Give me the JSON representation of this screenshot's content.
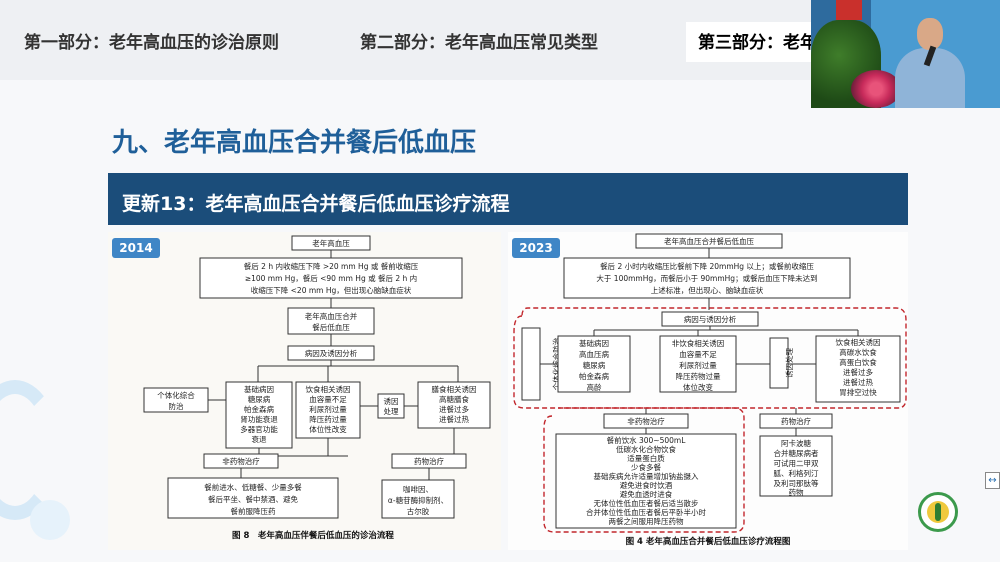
{
  "nav": {
    "part1": "第一部分：老年高血压的诊治原则",
    "part2": "第二部分：老年高血压常见类型",
    "part3": "第三部分：老年"
  },
  "slide": {
    "title": "九、老年高血压合并餐后低血压",
    "banner": "更新13：老年高血压合并餐后低血压诊疗流程"
  },
  "left_chart": {
    "year": "2014",
    "n1": "老年高血压",
    "n2a": "餐后 2 h 内收缩压下降 >20 mm Hg 或 餐前收缩压",
    "n2b": "≥100 mm Hg，餐后 <90 mm Hg 或 餐后 2 h 内",
    "n2c": "收缩压下降 <20 mm Hg，但出现心脑缺血症状",
    "n3a": "老年高血压合并",
    "n3b": "餐后低血压",
    "n4": "病因及诱因分析",
    "c1a": "个体化综合",
    "c1b": "防治",
    "c2a": "基础病因",
    "c2b": "糖尿病",
    "c2c": "帕金森病",
    "c2d": "肾功能衰退",
    "c2e": "多器官功能",
    "c2f": "衰退",
    "c3a": "饮食相关诱因",
    "c3b": "血容量不足",
    "c3c": "利尿剂过量",
    "c3d": "降压药过量",
    "c3e": "体位性改变",
    "c4a": "诱因",
    "c4b": "处理",
    "c5a": "膳食相关诱因",
    "c5b": "高糖膳食",
    "c5c": "进餐过多",
    "c5d": "进餐过热",
    "n5": "非药物治疗",
    "n6": "药物治疗",
    "n7a": "餐前进水、低糖餐、少量多餐",
    "n7b": "餐后平坐、餐中禁酒、避免",
    "n7c": "餐前服降压药",
    "n8a": "咖啡因、",
    "n8b": "α-糖苷酶抑制剂、",
    "n8c": "古尔胶",
    "caption": "图 8　老年高血压伴餐后低血压的诊治流程"
  },
  "right_chart": {
    "year": "2023",
    "n1": "老年高血压合并餐后低血压",
    "n2a": "餐后 2 小时内收缩压比餐前下降 20mmHg 以上；或餐前收缩压",
    "n2b": "大于 100mmHg，而餐后小于 90mmHg；或餐后血压下降未达到",
    "n2c": "上述标准，但出现心、脑缺血症状",
    "n3": "病因与诱因分析",
    "c1": "个体化综合防治",
    "c2a": "基础病因",
    "c2b": "高血压病",
    "c2c": "糖尿病",
    "c2d": "帕金森病",
    "c2e": "高龄",
    "c3a": "非饮食相关诱因",
    "c3b": "血容量不足",
    "c3c": "利尿剂过量",
    "c3d": "降压药物过量",
    "c3e": "体位改变",
    "c4": "诱因处理",
    "c5a": "饮食相关诱因",
    "c5b": "高碳水饮食",
    "c5c": "高蛋白饮食",
    "c5d": "进餐过多",
    "c5e": "进餐过热",
    "c5f": "胃排空过快",
    "n4": "非药物治疗",
    "n5": "药物治疗",
    "n6a": "餐前饮水 300~500mL",
    "n6b": "低碳水化合物饮食",
    "n6c": "适量蛋白质",
    "n6d": "少食多餐",
    "n6e": "基础疾病允许适量增加钠盐摄入",
    "n6f": "避免进食时饮酒",
    "n6g": "避免血透时进食",
    "n6h": "无体位性低血压者餐后适当散步",
    "n6i": "合并体位性低血压者餐后平卧半小时",
    "n6j": "两餐之间服用降压药物",
    "n7a": "阿卡波糖",
    "n7b": "合并糖尿病者",
    "n7c": "可试用二甲双",
    "n7d": "胍、利格列汀",
    "n7e": "及利司那肽等",
    "n7f": "药物",
    "caption": "图 4 老年高血压合并餐后低血压诊疗流程图"
  },
  "icons": {
    "side": "arrow-icon",
    "logo": "society-logo"
  }
}
